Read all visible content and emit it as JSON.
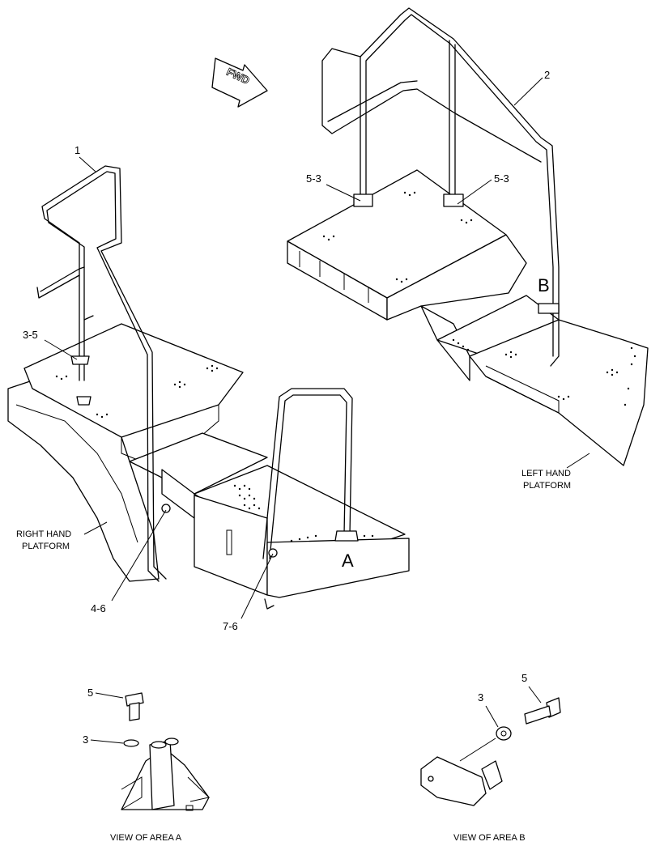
{
  "direction_arrow": {
    "text": "FWD"
  },
  "callouts": {
    "item1": "1",
    "item2": "2",
    "item3_5": "3-5",
    "item5_3_left": "5-3",
    "item5_3_right": "5-3",
    "item4_6": "4-6",
    "item7_6": "7-6"
  },
  "area_markers": {
    "a": "A",
    "b": "B"
  },
  "platform_labels": {
    "right_hand_line1": "RIGHT HAND",
    "right_hand_line2": "PLATFORM",
    "left_hand_line1": "LEFT HAND",
    "left_hand_line2": "PLATFORM"
  },
  "detail_views": {
    "area_a": {
      "caption": "VIEW OF AREA A",
      "callout_bolt": "5",
      "callout_washer": "3"
    },
    "area_b": {
      "caption": "VIEW OF AREA B",
      "callout_bolt": "5",
      "callout_washer": "3"
    }
  }
}
